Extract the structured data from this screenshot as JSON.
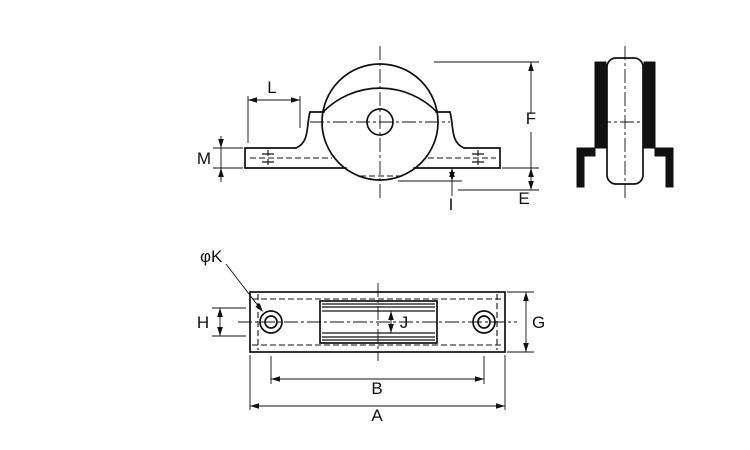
{
  "labels": {
    "L": "L",
    "M": "M",
    "F": "F",
    "E": "E",
    "I": "I",
    "phi_k": "φK",
    "H": "H",
    "J": "J",
    "G": "G",
    "B": "B",
    "A": "A"
  },
  "colors": {
    "line": "#111111",
    "background": "#ffffff"
  }
}
